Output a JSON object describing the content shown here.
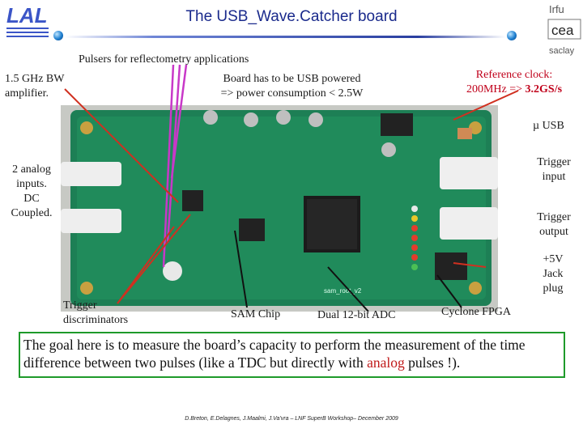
{
  "header": {
    "title": "The USB_Wave.Catcher board",
    "lal_logo": "LAL",
    "irfu_logo": "Irfu",
    "cea_logo": "cea",
    "saclay_logo": "saclay"
  },
  "labels": {
    "pulsers": "Pulsers for reflectometry applications",
    "amplifier_line1": "1.5 GHz BW",
    "amplifier_line2": "amplifier.",
    "usb_power_line1": "Board has to be USB powered",
    "usb_power_line2": "=> power consumption < 2.5W",
    "ref_clock_line1": "Reference clock:",
    "ref_clock_line2_prefix": "200MHz => ",
    "ref_clock_line2_value": "3.2GS/s",
    "micro_usb": "µ USB",
    "analog_inputs_1": "2 analog",
    "analog_inputs_2": "inputs.",
    "analog_inputs_3": "DC",
    "analog_inputs_4": "Coupled.",
    "trigger_input_1": "Trigger",
    "trigger_input_2": "input",
    "trigger_output_1": "Trigger",
    "trigger_output_2": "output",
    "jack_1": "+5V",
    "jack_2": "Jack",
    "jack_3": "plug",
    "trigger_disc_1": "Trigger",
    "trigger_disc_2": "discriminators",
    "sam_chip": "SAM Chip",
    "adc": "Dual 12-bit ADC",
    "fpga": "Cyclone FPGA"
  },
  "goal": {
    "part1": "The goal here is to measure the board’s capacity to perform the measurement of the time difference between two pulses (like a TDC but directly with ",
    "highlight": "analog",
    "part2": " pulses !)."
  },
  "footer": {
    "text": "D.Breton, E.Delagnes, J.Maalmi, J.Va'vra – LNF SuperB Workshop– December 2009"
  },
  "board_marking": "sam_root_v2"
}
